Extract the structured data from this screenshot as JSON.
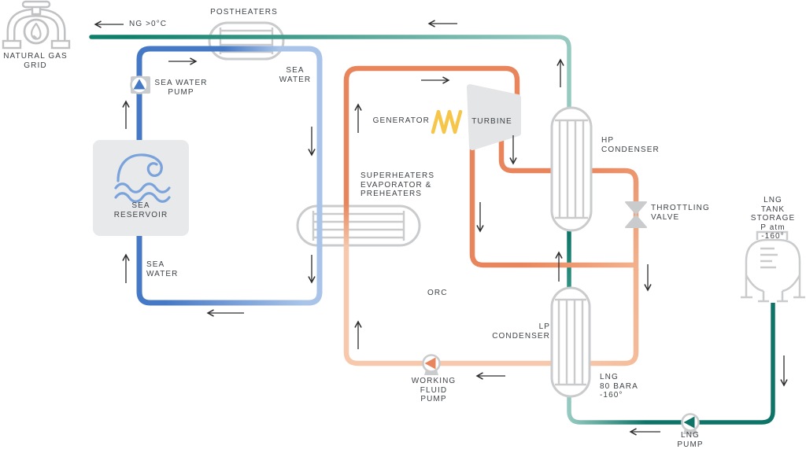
{
  "title": "LNG regasification with ORC power recovery - process flow diagram",
  "labels": {
    "postheaters": "POSTHEATERS",
    "ng_temp": "NG >0°C",
    "natural_gas_grid": "NATURAL GAS\nGRID",
    "sea_water_pump": "SEA WATER\nPUMP",
    "sea_water_top": "SEA\nWATER",
    "sea_reservoir": "SEA\nRESERVOIR",
    "sea_water_bottom": "SEA\nWATER",
    "generator": "GENERATOR",
    "turbine": "TURBINE",
    "superheaters": "SUPERHEATERS\nEVAPORATOR &\nPREHEATERS",
    "hp_condenser": "HP\nCONDENSER",
    "throttling_valve": "THROTTLING\nVALVE",
    "lng_tank_storage": "LNG\nTANK STORAGE\nP atm -160°",
    "orc": "ORC",
    "lp_condenser": "LP\nCONDENSER",
    "lng_state": "LNG\n80 BARA\n-160°",
    "working_fluid_pump": "WORKING\nFLUID\nPUMP",
    "lng_pump": "LNG\nPUMP"
  },
  "colors": {
    "seaDark": "#4679c5",
    "seaLight": "#a9c4e8",
    "orcHot": "#e8855c",
    "orcMid": "#f0a47c",
    "orcFade": "#f3b28c",
    "orcCold": "#f7c8ab",
    "lngDark": "#0d7467",
    "lngLight": "#96c9c0",
    "tealMid": "#2f9181",
    "ngGreen": "#0e7f6b",
    "equipStroke": "#c9cbcd",
    "equipFill": "#e4e5e7",
    "boxFill": "#e8e9eb",
    "waveBlue": "#7aa2db",
    "genYellow": "#f6c64a",
    "arrow": "#2d2d2d",
    "text": "#3e4347"
  }
}
